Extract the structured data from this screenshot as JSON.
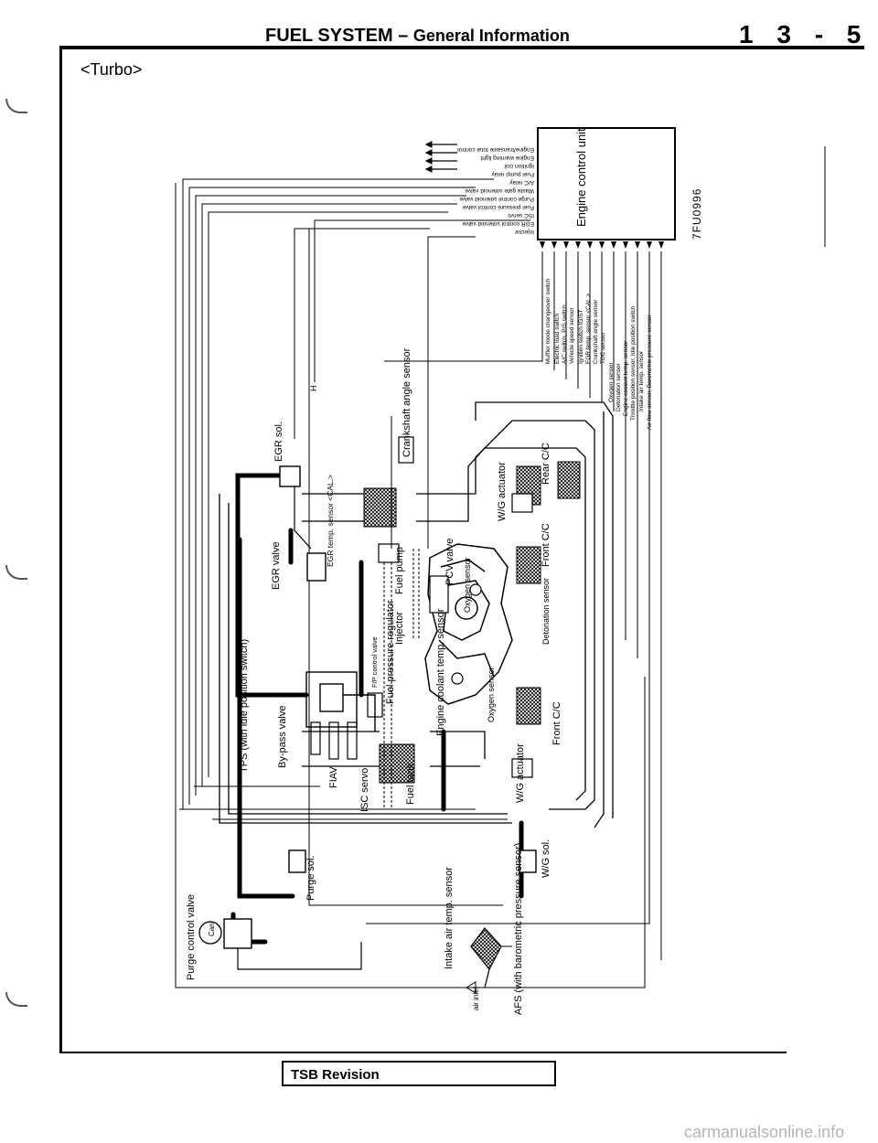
{
  "header": {
    "title": "FUEL SYSTEM – ",
    "subtitle": "General Information",
    "page_number": "1 3 - 5"
  },
  "variant_label": "<Turbo>",
  "figure_code": "7FU0996",
  "ecu": {
    "title": "Engine control unit",
    "outputs": [
      "Engine/transaxle total control",
      "Engine warning light",
      "Ignition coil",
      "Fuel pump relay",
      "A/C relay",
      "Waste gate solenoid valve",
      "Purge control solenoid valve",
      "Fuel pressure control valve",
      "ISC servo",
      "EGR control solenoid valve",
      "Injector"
    ],
    "inputs": [
      "Muffler mode changeover switch",
      "Electric load switch",
      "A/C switch, P/S switch",
      "Vehicle speed sensor",
      "Ignition switch IG/ST",
      "EGR temp. sensor <CAL.>",
      "Crankshaft angle sensor",
      "TDC sensor",
      "Oxygen sensor",
      "Detonation sensor",
      "Engine coolant temp. sensor",
      "Throttle position sensor, Idle position switch",
      "Intake air temp. sensor",
      "Air flow sensor, Barometric pressure sensor"
    ]
  },
  "components": {
    "egr_sol": "EGR sol.",
    "crankshaft_angle_sensor": "Crankshaft angle sensor",
    "egr_valve": "EGR valve",
    "egr_temp_sensor": "EGR temp. sensor <CAL.>",
    "fuel_pump": "Fuel pump",
    "injector": "Injector",
    "pcv_valve": "PCV valve",
    "wg_actuator_top": "W/G actuator",
    "rear_cc": "Rear C/C",
    "front_cc_top": "Front C/C",
    "oxygen_sensor_top": "Oxygen sensor",
    "detonation_sensor": "Detonation sensor",
    "fp_control_valve": "F/P control valve",
    "fuel_pressure_regulator": "Fuel pressure regulator",
    "oxygen_sensor_bottom": "Oxygen sensor",
    "engine_coolant_temp_sensor": "Engine coolant temp. sensor",
    "front_cc_bottom": "Front C/C",
    "tps": "TPS (with idle position switch)",
    "bypass_valve": "By-pass valve",
    "fiav": "FIAV",
    "isc_servo": "ISC servo",
    "fuel_tank": "Fuel tank",
    "wg_actuator_bottom": "W/G actuator",
    "purge_sol": "Purge sol.",
    "wg_sol": "W/G sol.",
    "canister": "Cani",
    "purge_control_valve": "Purge control valve",
    "intake_air_temp_sensor": "Intake air temp. sensor",
    "afs": "AFS (with barometric pressure sensor)",
    "air_inlet": "air inlet",
    "marker_h": "H"
  },
  "footer": {
    "tsb": "TSB Revision",
    "watermark": "carmanualsonline.info"
  }
}
